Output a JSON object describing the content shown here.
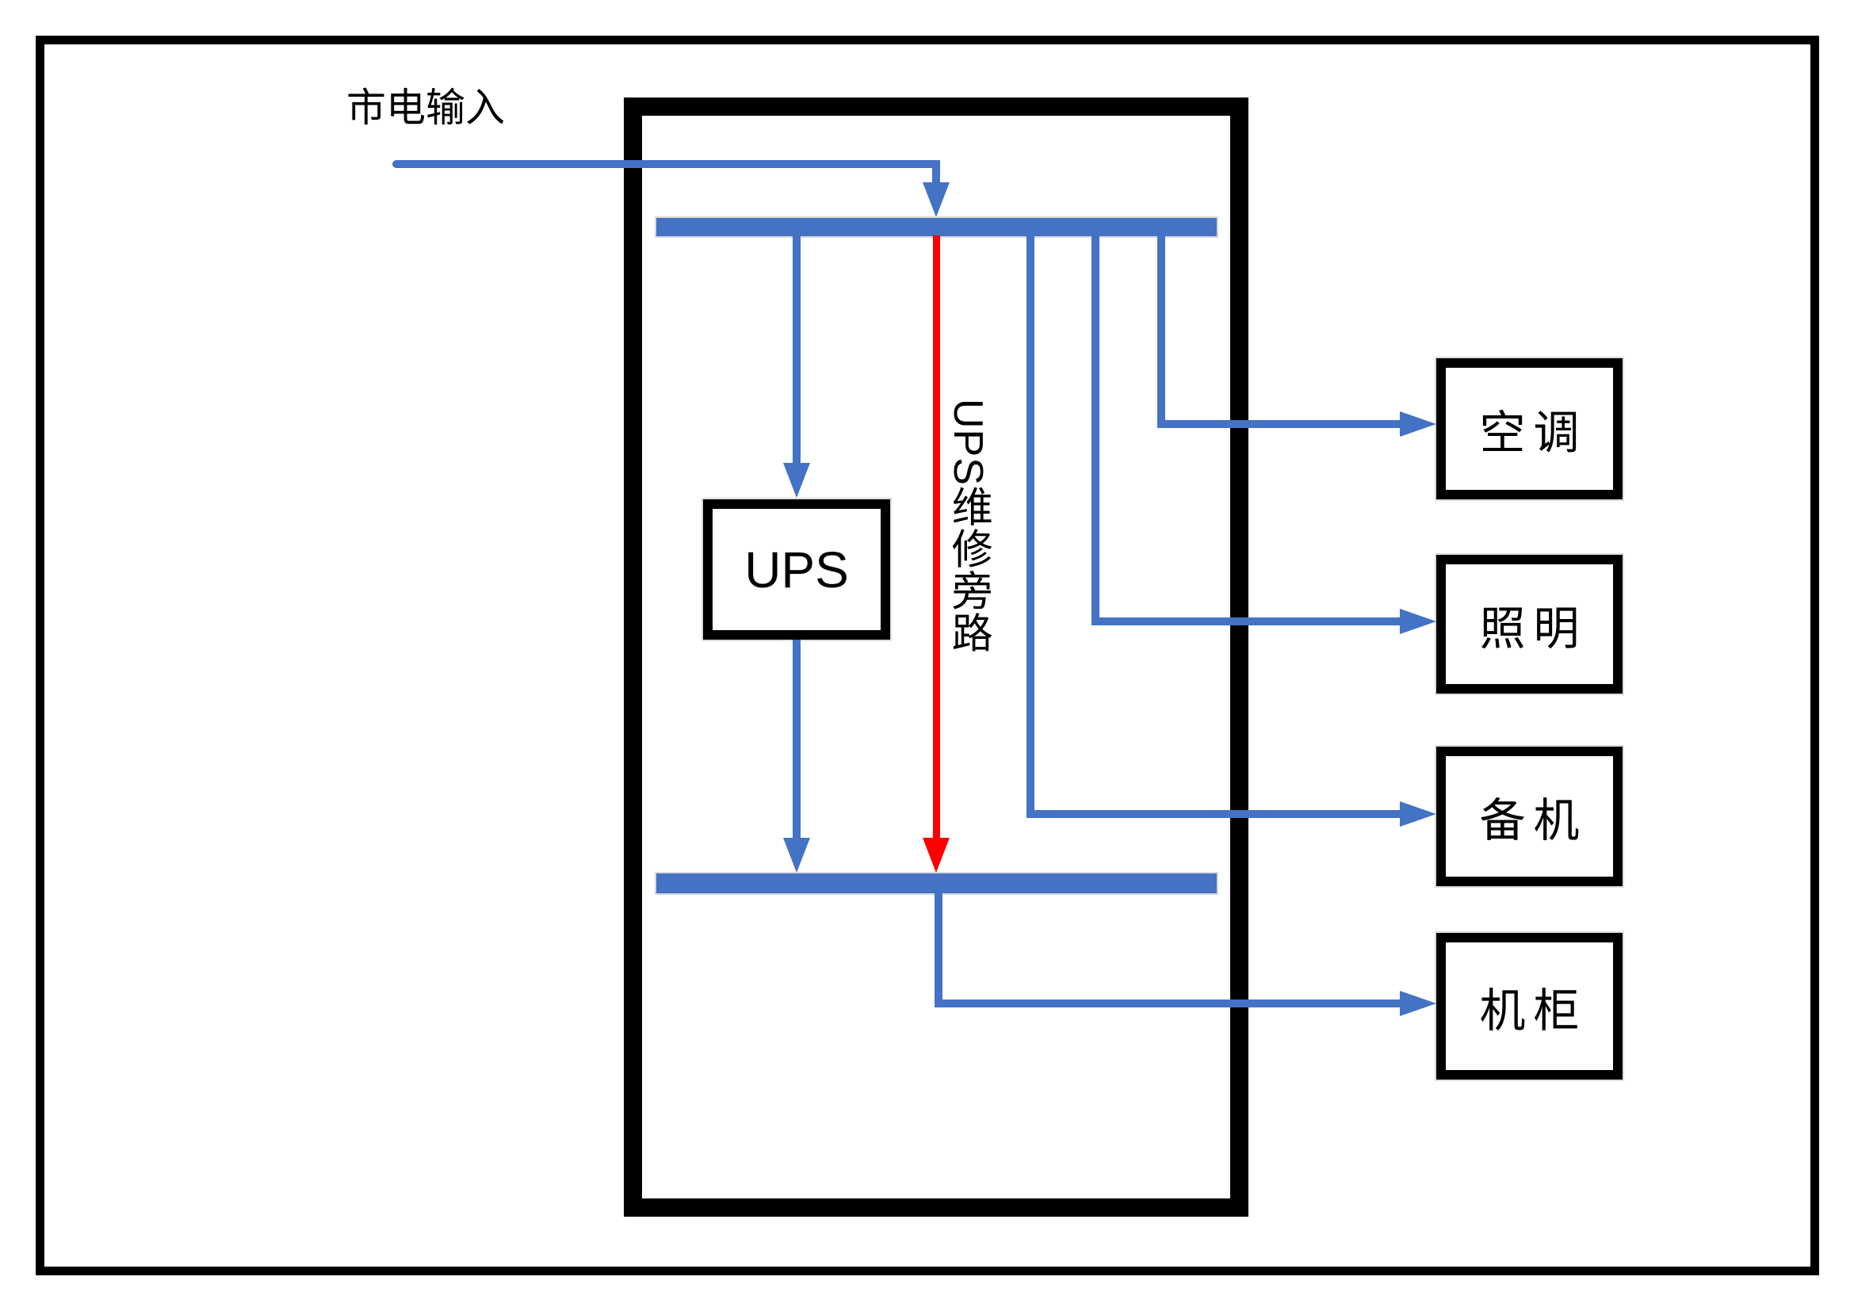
{
  "labels": {
    "mains_input": "市电输入",
    "ups": "UPS",
    "bypass": "UPS维修旁路"
  },
  "loads": [
    {
      "label": "空调"
    },
    {
      "label": "照明"
    },
    {
      "label": "备机"
    },
    {
      "label": "机柜"
    }
  ],
  "colors": {
    "line_blue": "#4472C4",
    "bypass_red": "#FF0000",
    "border_black": "#000000",
    "background": "#FFFFFF",
    "busbar_halo": "#D9D9D9"
  }
}
